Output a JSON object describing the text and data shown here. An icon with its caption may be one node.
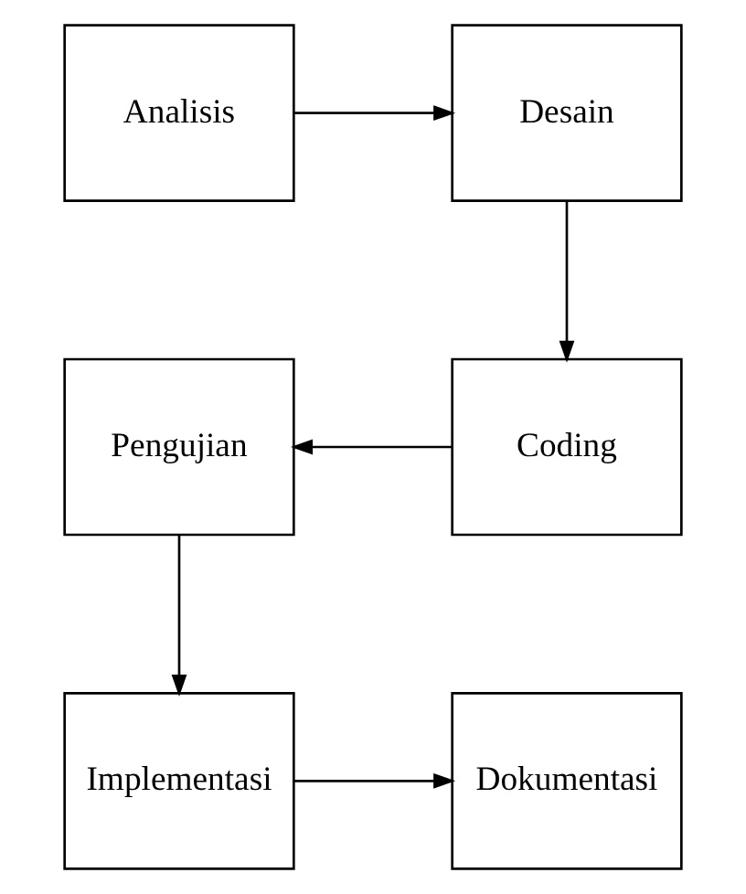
{
  "diagram": {
    "nodes": [
      {
        "text": [
          "Analisis"
        ]
      },
      {
        "text": [
          "Desain"
        ]
      },
      {
        "text": [
          "Pengujian"
        ]
      },
      {
        "text": [
          "Coding"
        ]
      },
      {
        "text": [
          "Implementasi"
        ]
      },
      {
        "text": [
          "Dokumentasi"
        ]
      }
    ],
    "edges": [
      {
        "from": 0,
        "to": 1,
        "arrow": "to"
      },
      {
        "from": 1,
        "to": 3,
        "arrow": "to"
      },
      {
        "from": 3,
        "to": 2,
        "arrow": "to"
      },
      {
        "from": 2,
        "to": 4,
        "arrow": "to"
      },
      {
        "from": 4,
        "to": 5,
        "arrow": "to"
      }
    ]
  }
}
